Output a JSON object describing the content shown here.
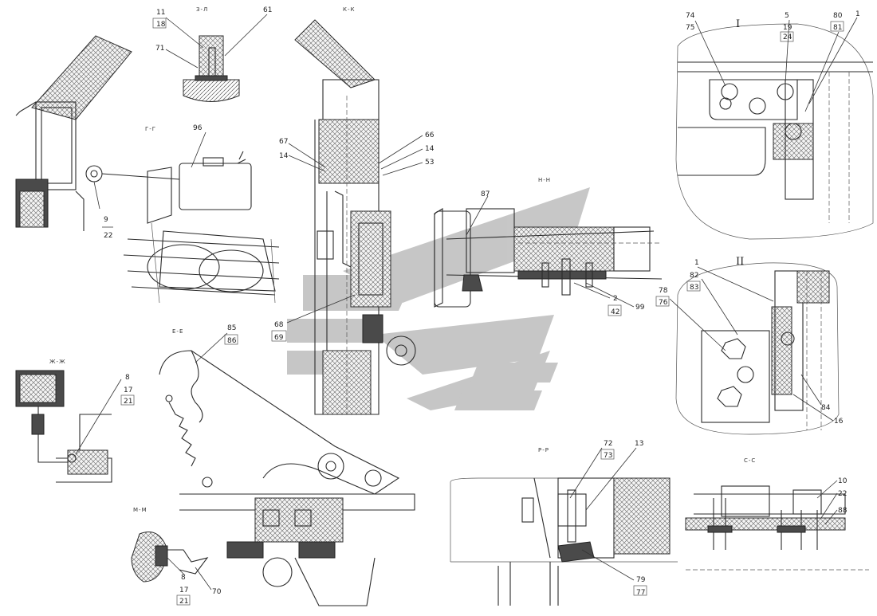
{
  "sections": {
    "zz": "З-Л",
    "kk": "К-К",
    "gg": "Г-Г",
    "nn": "Н-Н",
    "ee": "Е-Е",
    "zhzh": "Ж-Ж",
    "mm": "М-М",
    "rr": "Р-Р",
    "ss": "С-С",
    "view1": "I",
    "view2": "II"
  },
  "callouts": {
    "c11": "11",
    "c18": "18",
    "c61": "61",
    "c71": "71",
    "c96": "96",
    "c9": "9",
    "c22a": "22",
    "c67": "67",
    "c14a": "14",
    "c66": "66",
    "c14b": "14",
    "c53": "53",
    "c68": "68",
    "c69": "69",
    "c87": "87",
    "c2": "2",
    "c42": "42",
    "c99": "99",
    "c74": "74",
    "c75": "75",
    "c5": "5",
    "c19": "19",
    "c24": "24",
    "c80": "80",
    "c81": "81",
    "c1a": "1",
    "c1b": "1",
    "c82": "82",
    "c83": "83",
    "c78": "78",
    "c76": "76",
    "c84": "84",
    "c16": "16",
    "c85": "85",
    "c86": "86",
    "c8a": "8",
    "c17a": "17",
    "c21a": "21",
    "c8b": "8",
    "c17b": "17",
    "c21b": "21",
    "c70": "70",
    "c72": "72",
    "c73": "73",
    "c13": "13",
    "c79": "79",
    "c77": "77",
    "c10": "10",
    "c22b": "22",
    "c88": "88"
  }
}
